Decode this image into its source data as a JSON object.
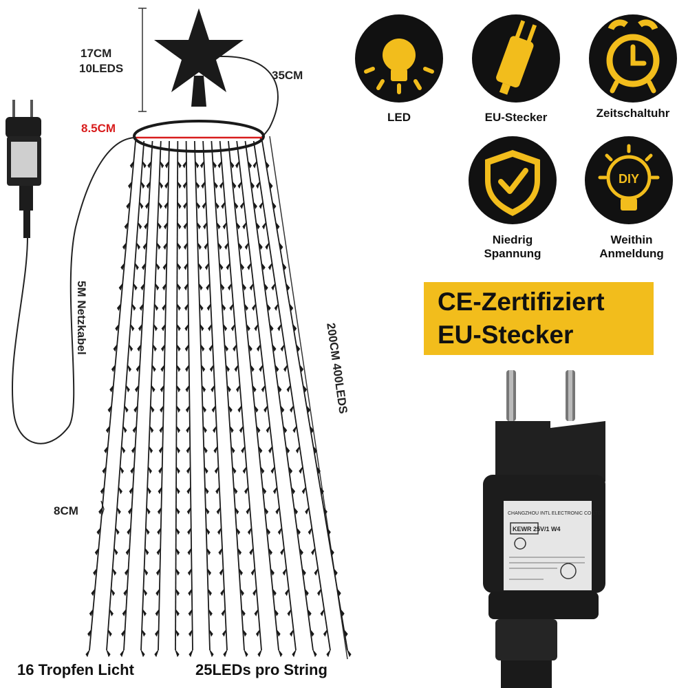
{
  "diagram": {
    "star_size": "17CM",
    "star_leds": "10LEDS",
    "star_cable": "35CM",
    "ring_diameter": "8.5CM",
    "power_cable": "5M Netzkabel",
    "length_leds": "200CM 400LEDS",
    "drop_spacing": "8CM",
    "strings_label": "16 Tropfen Licht",
    "leds_per_string": "25LEDs pro String",
    "ring_color": "#d81c1c",
    "adapter_color": "#1c1c1c"
  },
  "features": [
    {
      "label": "LED",
      "icon": "light-bulb-icon"
    },
    {
      "label": "EU-Stecker",
      "icon": "eu-plug-icon"
    },
    {
      "label": "Zeitschaltuhr",
      "icon": "alarm-clock-icon"
    },
    {
      "label": "Niedrig\nSpannung",
      "icon": "shield-check-icon"
    },
    {
      "label": "Weithin\nAnmeldung",
      "icon": "diy-bulb-icon"
    }
  ],
  "banner": {
    "line1": "CE-Zertifiziert",
    "line2": "EU-Stecker",
    "color": "#f2bd1c"
  },
  "icon_color": "#f2bd1c",
  "adapter_label": {
    "company": "CHANGZHOU INTL ELECTRONIC CO LTD",
    "model": "KEWR 25V/1 W4"
  }
}
